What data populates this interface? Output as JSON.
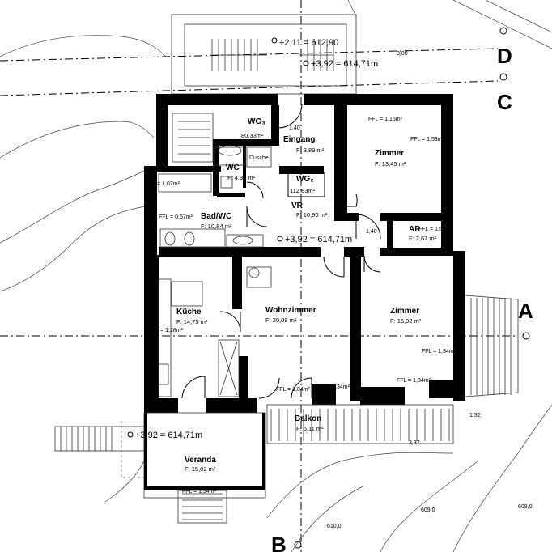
{
  "rooms": {
    "eingang": {
      "name": "Eingang",
      "area": "F:  3,89 m²"
    },
    "zimmer1": {
      "name": "Zimmer",
      "area": "F: 13,45 m²"
    },
    "wc": {
      "name": "WC",
      "area": "F: 4,36 m²"
    },
    "dusche": {
      "name": "Dusche"
    },
    "vr": {
      "name": "VR",
      "area": "F: 10,90 m²"
    },
    "badwc": {
      "name": "Bad/WC",
      "area": "F: 10,84 m²"
    },
    "ar": {
      "name": "AR",
      "area": "F: 2,67 m²"
    },
    "kueche": {
      "name": "Küche",
      "area": "F: 14,75 m²"
    },
    "wohnzimmer": {
      "name": "Wohnzimmer",
      "area": "F:          20,09 m²"
    },
    "zimmer2": {
      "name": "Zimmer",
      "area": "F: 16,92 m²"
    },
    "balkon": {
      "name": "Balkon",
      "area": "F: 6,11 m²"
    },
    "veranda": {
      "name": "Veranda",
      "area": "F: 15,02 m²"
    }
  },
  "units": {
    "wg3": {
      "label": "WG₃",
      "area": "80,33m²"
    },
    "wg2": {
      "label": "WG₂",
      "area": "112,83m²"
    }
  },
  "levels": {
    "top": "+2,11 = 612,90",
    "stair": "+3,92 = 614,71m",
    "hall": "+3,92 = 614,71m",
    "veranda": "+3,92 = 614,71m"
  },
  "ffl": {
    "zimmer1_top": "FFL = 1,16m²",
    "zimmer1_right": "FFL = 1,53m²",
    "wc_left": "FFL = 1,07m²",
    "bad_left": "FFL = 0,57m²",
    "ar_right": "FFL = 1,52m²",
    "kueche_left": "FFL = 1,28m²",
    "zimmer2_right": "FFL = 1,34m²",
    "zimmer2_bottom": "FFL = 1,34m²",
    "wohn_bottom1": "FFL = 1,84m²",
    "wohn_bottom2": "FFL = 1,34m²",
    "veranda_bottom": "FFL = 1,34m²"
  },
  "axes": {
    "d": "D",
    "c": "C",
    "a": "A",
    "b": "B"
  },
  "dimensions": {
    "door_140": "1,40",
    "stair_300": "3,00",
    "balkon_337": "3,37",
    "balkon_132": "1,32"
  },
  "contours": {
    "c610": "610,0",
    "c609": "609,0",
    "c608": "608,0"
  }
}
